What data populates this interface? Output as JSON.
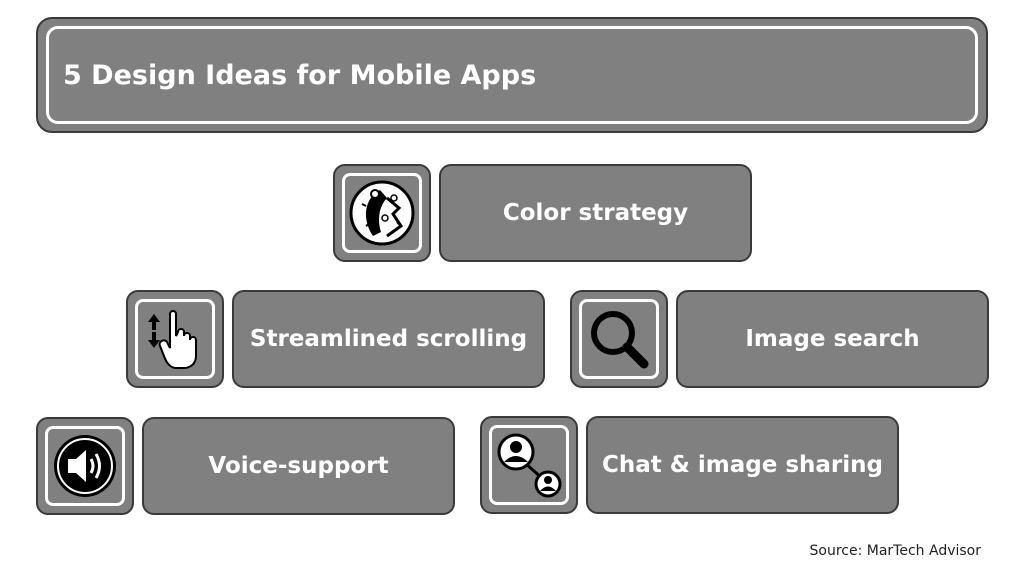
{
  "title": "5 Design Ideas for Mobile Apps",
  "ideas": [
    {
      "label": "Color strategy",
      "icon": "color-wheel-icon"
    },
    {
      "label": "Streamlined scrolling",
      "icon": "scroll-finger-icon"
    },
    {
      "label": "Image search",
      "icon": "magnifier-icon"
    },
    {
      "label": "Voice-support",
      "icon": "speaker-icon"
    },
    {
      "label": "Chat & image sharing",
      "icon": "chat-users-icon"
    }
  ],
  "source": "Source: MarTech Advisor",
  "colors": {
    "box_fill": "#808080",
    "box_border": "#3a3a3a",
    "inner_border": "#ffffff"
  }
}
